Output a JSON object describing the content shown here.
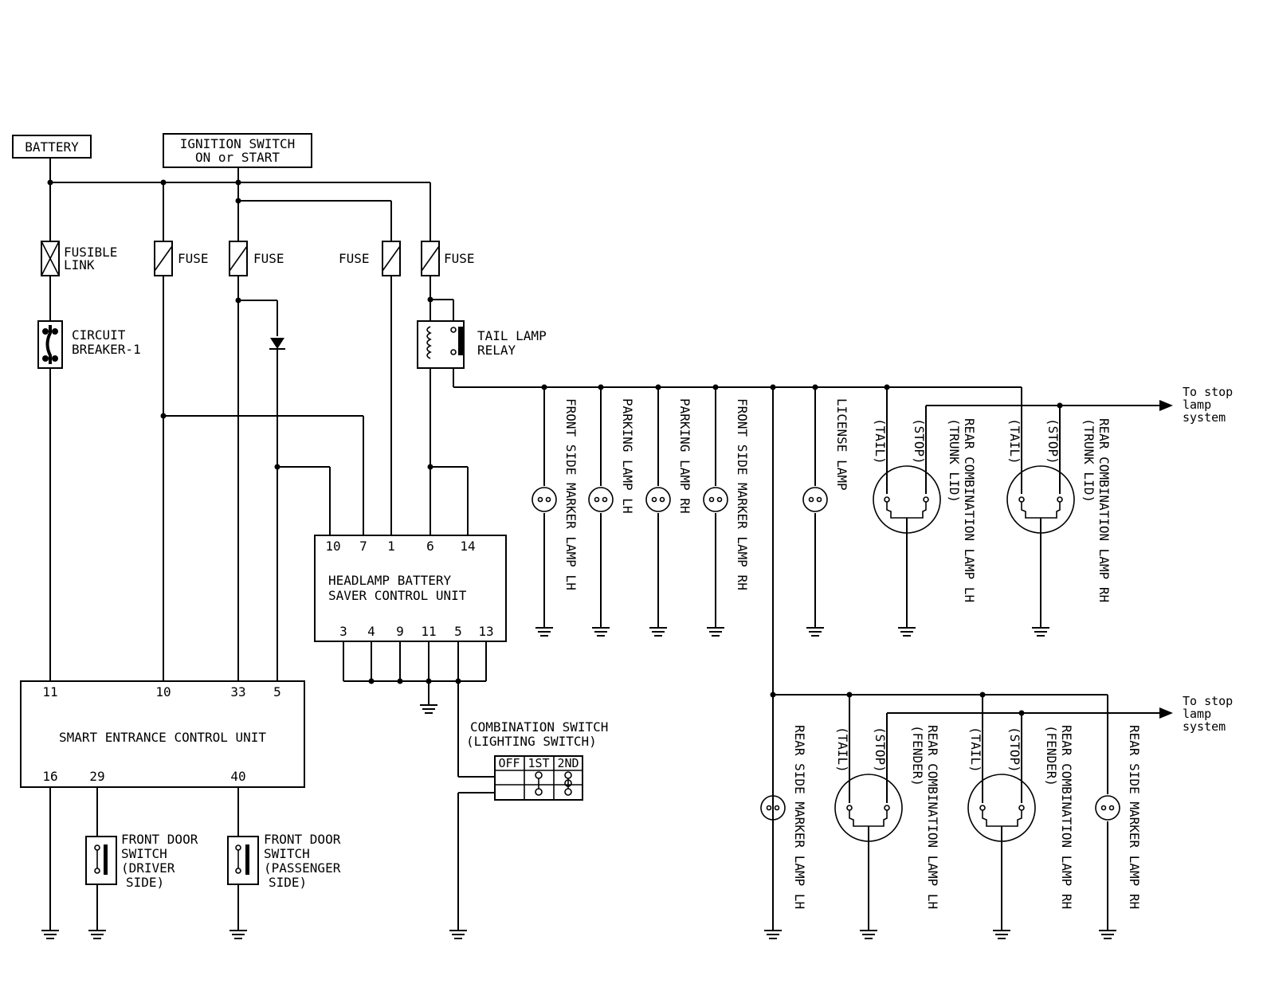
{
  "sources": {
    "battery": "BATTERY",
    "ignition_line1": "IGNITION SWITCH",
    "ignition_line2": "ON or START"
  },
  "fuses": {
    "fusible_line1": "FUSIBLE",
    "fusible_line2": "LINK",
    "fuse": "FUSE"
  },
  "breaker": {
    "line1": "CIRCUIT",
    "line2": "BREAKER-1"
  },
  "relay": {
    "line1": "TAIL LAMP",
    "line2": "RELAY"
  },
  "headlamp_unit": {
    "line1": "HEADLAMP BATTERY",
    "line2": "SAVER CONTROL UNIT",
    "top_pins": [
      "10",
      "7",
      "1",
      "6",
      "14"
    ],
    "bottom_pins": [
      "3",
      "4",
      "9",
      "11",
      "5",
      "13"
    ]
  },
  "smart_unit": {
    "label": "SMART ENTRANCE CONTROL UNIT",
    "top_pins": [
      "11",
      "10",
      "33",
      "5"
    ],
    "bottom_pins": [
      "16",
      "29",
      "40"
    ]
  },
  "combination_switch": {
    "line1": "COMBINATION SWITCH",
    "line2": "(LIGHTING SWITCH)",
    "positions": [
      "OFF",
      "1ST",
      "2ND"
    ]
  },
  "door_switches": {
    "driver": [
      "FRONT DOOR",
      "SWITCH",
      "(DRIVER",
      "SIDE)"
    ],
    "passenger": [
      "FRONT DOOR",
      "SWITCH",
      "(PASSENGER",
      "SIDE)"
    ]
  },
  "lamps_top": {
    "front_side_marker_lh": "FRONT SIDE MARKER LAMP LH",
    "parking_lh": "PARKING LAMP LH",
    "parking_rh": "PARKING LAMP RH",
    "front_side_marker_rh": "FRONT SIDE MARKER LAMP RH",
    "license": "LICENSE LAMP",
    "tail": "(TAIL)",
    "stop": "(STOP)",
    "rear_combo_lh_name": "REAR COMBINATION LAMP LH",
    "rear_combo_lh_sub": "(TRUNK LID)",
    "rear_combo_rh_name": "REAR COMBINATION LAMP RH",
    "rear_combo_rh_sub": "(TRUNK LID)"
  },
  "lamps_bottom": {
    "rear_side_marker_lh": "REAR SIDE MARKER LAMP LH",
    "tail": "(TAIL)",
    "stop": "(STOP)",
    "rear_combo_lh_name": "REAR COMBINATION LAMP LH",
    "rear_combo_lh_sub": "(FENDER)",
    "rear_combo_rh_name": "REAR COMBINATION LAMP RH",
    "rear_combo_rh_sub": "(FENDER)",
    "rear_side_marker_rh": "REAR SIDE MARKER LAMP RH"
  },
  "stop_lamp": {
    "line1": "To stop",
    "line2": "lamp",
    "line3": "system"
  }
}
